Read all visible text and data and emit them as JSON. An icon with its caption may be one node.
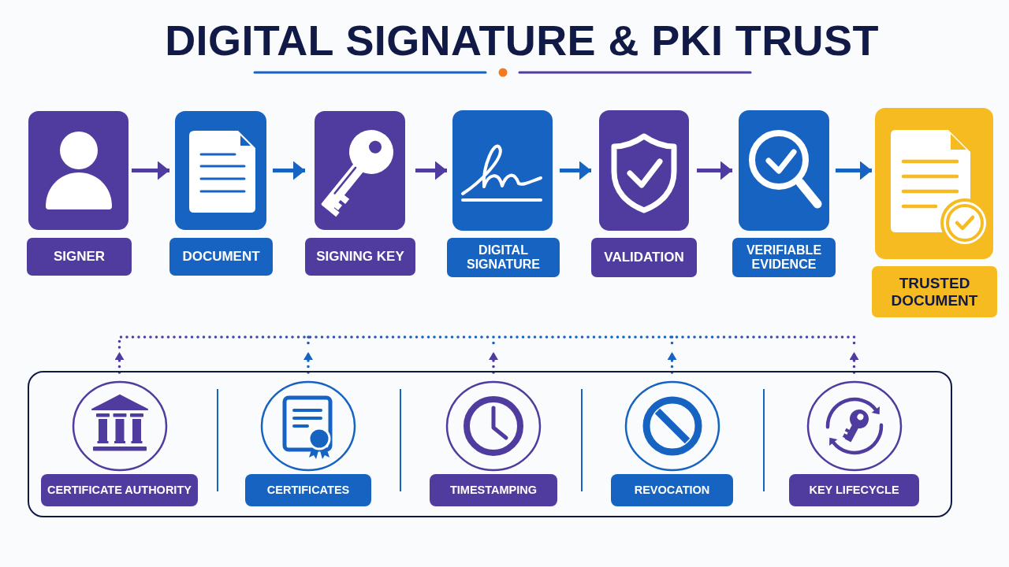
{
  "diagram": {
    "title": "DIGITAL SIGNATURE & PKI TRUST",
    "nodes": [
      {
        "text": [
          "SIGNER"
        ]
      },
      {
        "text": [
          "DOCUMENT"
        ]
      },
      {
        "text": [
          "SIGNING KEY"
        ]
      },
      {
        "text": [
          "DIGITAL SIGNATURE"
        ]
      },
      {
        "text": [
          "VALIDATION"
        ]
      },
      {
        "text": [
          "VERIFIABLE EVIDENCE"
        ]
      },
      {
        "text": [
          "TRUSTED DOCUMENT"
        ]
      },
      {
        "text": [],
        "shape": "box"
      },
      {
        "text": [
          "CERTIFICATE AUTHORITY"
        ],
        "in": 7
      },
      {
        "text": [
          "CERTIFICATES"
        ],
        "in": 7
      },
      {
        "text": [
          "TIMESTAMPING"
        ],
        "in": 7
      },
      {
        "text": [
          "REVOCATION"
        ],
        "in": 7
      },
      {
        "text": [
          "KEY LIFECYCLE"
        ],
        "in": 7
      }
    ],
    "edges": [
      {
        "from": 0,
        "to": 1,
        "arrow": "to",
        "color": "#503c9f"
      },
      {
        "from": 1,
        "to": 2,
        "arrow": "to",
        "color": "#1763c2"
      },
      {
        "from": 2,
        "to": 3,
        "arrow": "to",
        "color": "#503c9f"
      },
      {
        "from": 3,
        "to": 4,
        "arrow": "to",
        "color": "#1763c2"
      },
      {
        "from": 4,
        "to": 5,
        "arrow": "to",
        "color": "#503c9f"
      },
      {
        "from": 5,
        "to": 6,
        "arrow": "to",
        "color": "#1763c2"
      },
      {
        "from": 8,
        "to": null,
        "arrow": "to",
        "style": "dashed",
        "color": "#503c9f"
      },
      {
        "from": 9,
        "to": null,
        "arrow": "to",
        "style": "dashed",
        "color": "#1763c2"
      },
      {
        "from": 10,
        "to": null,
        "arrow": "to",
        "style": "dashed",
        "color": "#503c9f"
      },
      {
        "from": 11,
        "to": null,
        "arrow": "to",
        "style": "dashed",
        "color": "#1763c2"
      },
      {
        "from": 12,
        "to": null,
        "arrow": "to",
        "style": "dashed",
        "color": "#503c9f"
      }
    ]
  }
}
